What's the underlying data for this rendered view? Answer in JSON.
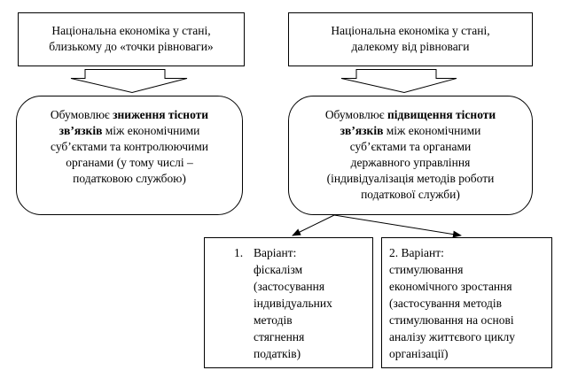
{
  "top_left": {
    "line1": "Національна економіка у стані,",
    "line2": "близькому до «точки рівноваги»"
  },
  "top_right": {
    "line1": "Національна економіка у стані,",
    "line2": "далекому від рівноваги"
  },
  "mid_left": {
    "prefix": "Обумовлює ",
    "bold1": "зниження тісноти",
    "bold2": "зв’язків",
    "rest1": " між економічними",
    "line3": "суб’єктами та контролюючими",
    "line4": "органами  (у тому числі –",
    "line5": "податковою службою)"
  },
  "mid_right": {
    "prefix": "Обумовлює ",
    "bold1": "підвищення тісноти",
    "bold2": "зв’язків",
    "rest1": " між економічними",
    "line3": "суб’єктами та органами",
    "line4": "державного управління",
    "line5": "(індивідуалізація методів роботи",
    "line6": "податкової служби)"
  },
  "variant1": {
    "number": "1.",
    "title": "Варіант:",
    "lines": [
      "фіскалізм",
      "(застосування",
      "індивідуальних",
      "методів",
      "стягнення",
      "податків)"
    ]
  },
  "variant2": {
    "title": "2. Варіант:",
    "lines": [
      "стимулювання",
      "економічного зростання",
      "(застосування методів",
      "стимулювання на основі",
      "аналізу життєвого циклу",
      "організації)"
    ]
  }
}
